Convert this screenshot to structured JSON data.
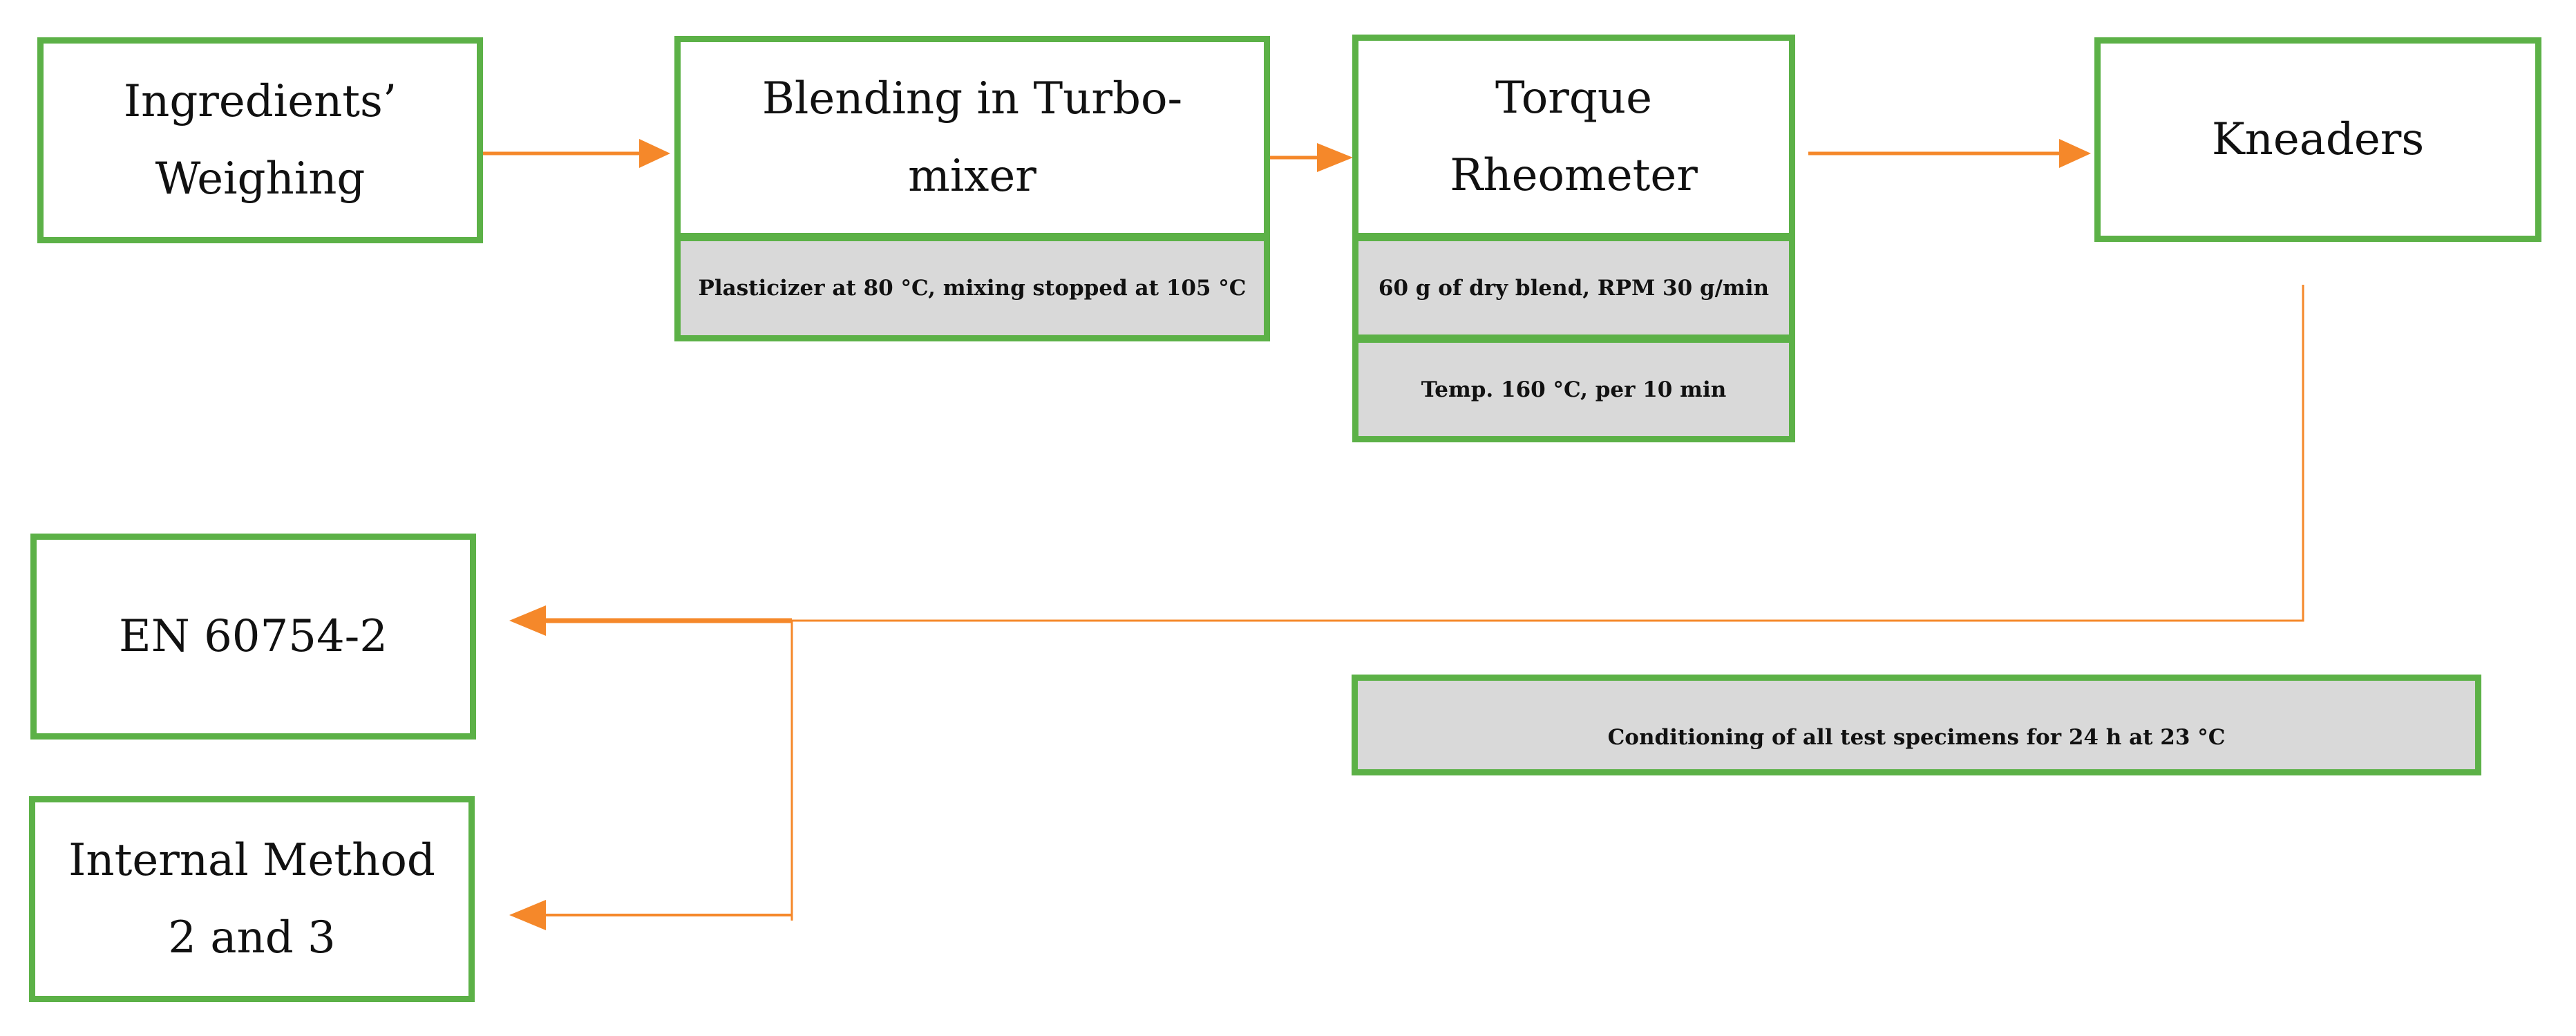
{
  "diagram": {
    "colors": {
      "box_border": "#5cb147",
      "note_fill": "#d9d9d9",
      "connector": "#f5882a"
    },
    "steps": {
      "weighing": "Ingredients’\nWeighing",
      "blending": "Blending in Turbo-\nmixer",
      "rheometer": "Torque\nRheometer",
      "kneaders": "Kneaders",
      "en_standard": "EN 60754-2",
      "internal_method": "Internal Method\n2 and 3"
    },
    "notes": {
      "plasticizer": "Plasticizer at 80 °C, mixing stopped at 105 °C",
      "dry_blend": "60 g of dry blend, RPM 30 g/min",
      "temperature": "Temp. 160 °C, per 10 min",
      "conditioning": "Conditioning of all test specimens for 24 h at 23 °C"
    }
  }
}
